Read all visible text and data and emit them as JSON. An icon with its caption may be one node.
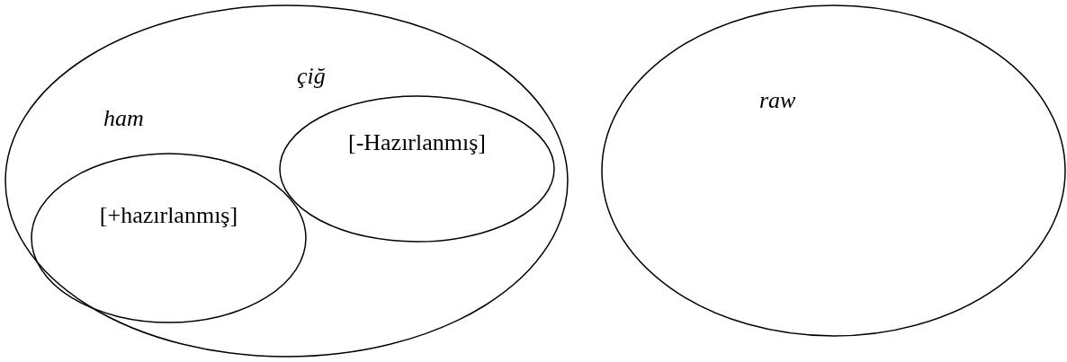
{
  "diagram": {
    "nodes": [
      {
        "text": [
          "ham"
        ]
      },
      {
        "text": [
          "çiğ",
          "[-Hazırlanmış]"
        ],
        "in": 0
      },
      {
        "text": [
          "[+hazırlanmış]"
        ],
        "in": 0
      },
      {
        "text": [
          "raw"
        ]
      }
    ]
  }
}
